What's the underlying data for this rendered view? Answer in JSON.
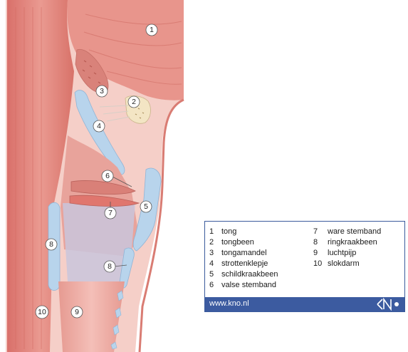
{
  "labels": [
    {
      "num": "1",
      "name": "tong"
    },
    {
      "num": "2",
      "name": "tongbeen"
    },
    {
      "num": "3",
      "name": "tongamandel"
    },
    {
      "num": "4",
      "name": "strottenklepje"
    },
    {
      "num": "5",
      "name": "schildkraakbeen"
    },
    {
      "num": "6",
      "name": "valse stemband"
    },
    {
      "num": "7",
      "name": "ware stemband"
    },
    {
      "num": "8",
      "name": "ringkraakbeen"
    },
    {
      "num": "9",
      "name": "luchtpijp"
    },
    {
      "num": "10",
      "name": "slokdarm"
    }
  ],
  "callouts": {
    "c1": "1",
    "c2": "2",
    "c3": "3",
    "c4": "4",
    "c5": "5",
    "c6": "6",
    "c7": "7",
    "c8a": "8",
    "c8b": "8",
    "c9": "9",
    "c10": "10"
  },
  "footer": {
    "url": "www.kno.nl",
    "logo_icon": "kno-logo-icon"
  },
  "colors": {
    "footer_bg": "#3c5ba0",
    "muscle": "#e8958c",
    "cartilage": "#b8d4ec",
    "bone": "#f3e5c4"
  }
}
